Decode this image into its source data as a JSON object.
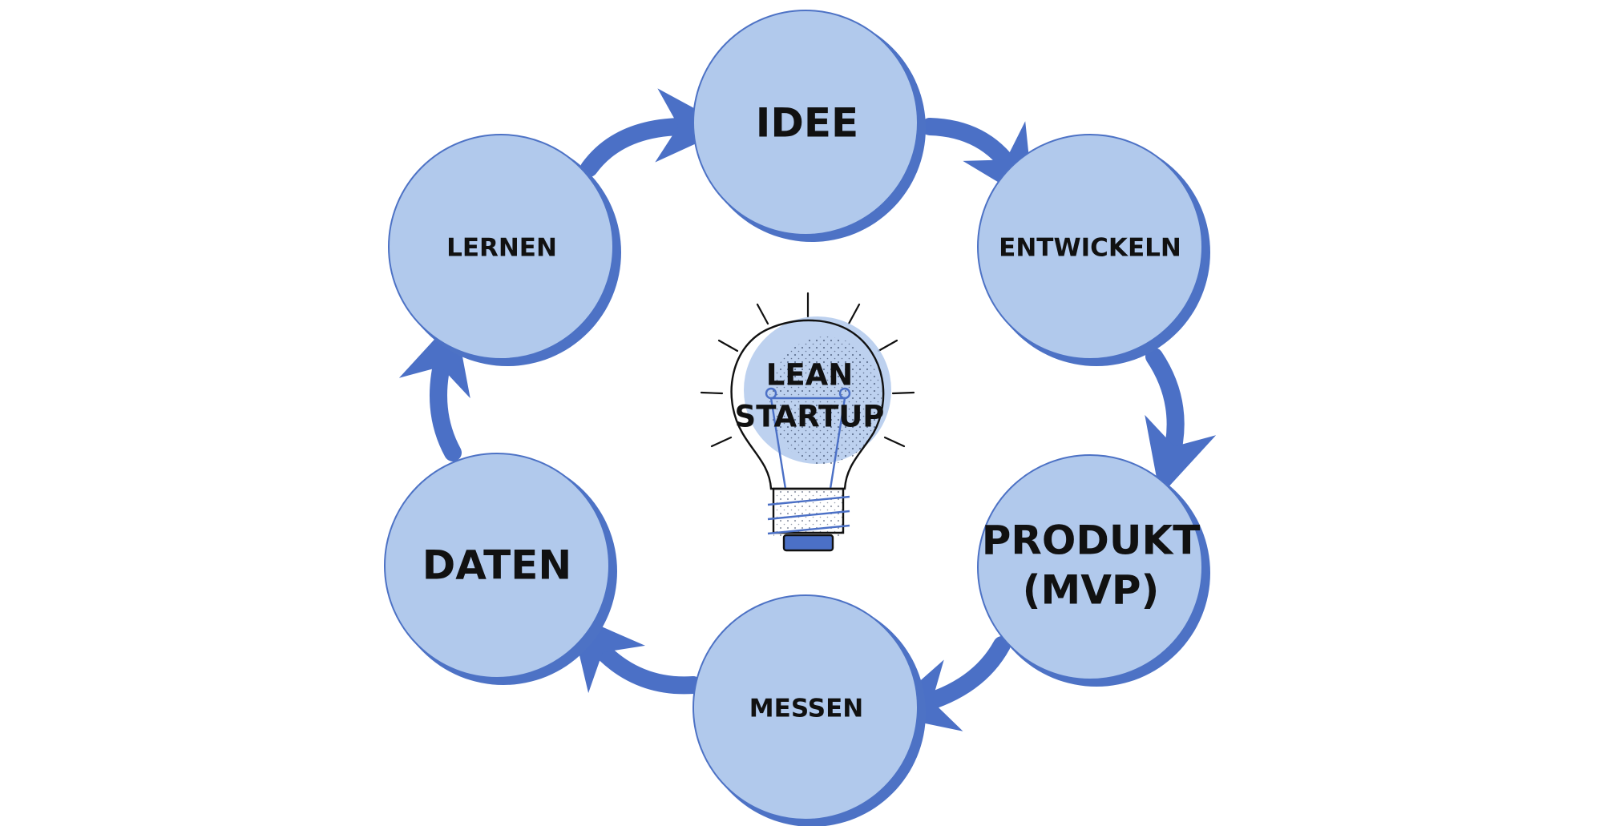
{
  "colors": {
    "circle_fill": "#b1c9ec",
    "circle_stroke": "#4d72c5",
    "circle_shadow": "#4d72c5",
    "arrow": "#4b70c6",
    "bulb_glow": "#b1c9ec",
    "bulb_base": "#4b70c6",
    "ink": "#111111"
  },
  "diagram": {
    "nodes": [
      {
        "id": "idee",
        "label": "IDEE"
      },
      {
        "id": "entwickeln",
        "label": "ENTWICKELN"
      },
      {
        "id": "produkt",
        "label_line1": "PRODUKT",
        "label_line2": "(MVP)"
      },
      {
        "id": "messen",
        "label": "MESSEN"
      },
      {
        "id": "daten",
        "label": "DATEN"
      },
      {
        "id": "lernen",
        "label": "LERNEN"
      }
    ],
    "center": {
      "icon": "lightbulb-icon",
      "line1": "LEAN",
      "line2": "STARTUP"
    }
  }
}
